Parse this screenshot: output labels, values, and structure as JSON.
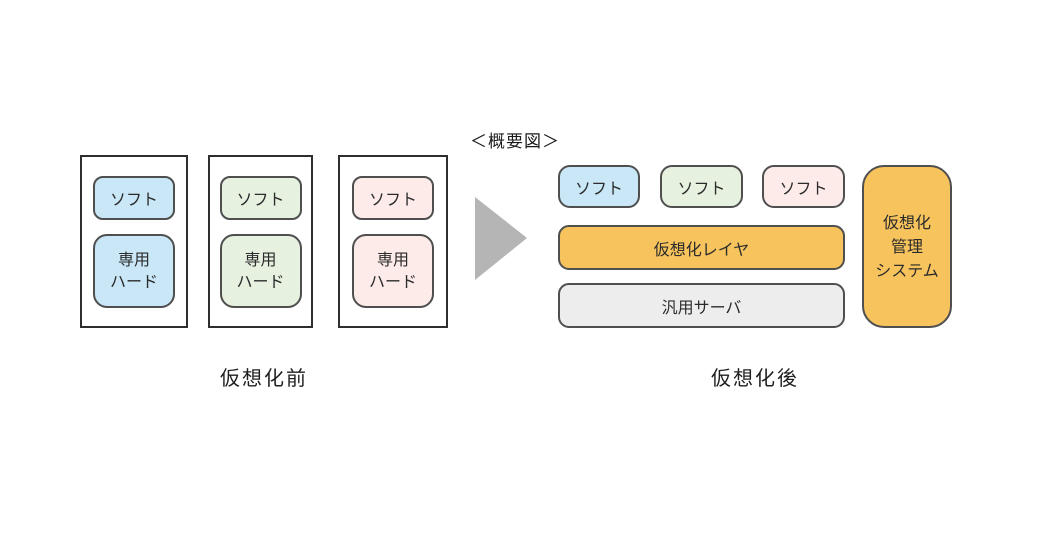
{
  "diagram": {
    "title": "＜概要図＞",
    "before": {
      "label": "仮想化前",
      "servers": [
        {
          "soft": "ソフト",
          "hard": "専用\nハード"
        },
        {
          "soft": "ソフト",
          "hard": "専用\nハード"
        },
        {
          "soft": "ソフト",
          "hard": "専用\nハード"
        }
      ]
    },
    "after": {
      "label": "仮想化後",
      "soft_boxes": [
        "ソフト",
        "ソフト",
        "ソフト"
      ],
      "virtualization_layer": "仮想化レイヤ",
      "generic_server": "汎用サーバ",
      "management_system": "仮想化\n管理\nシステム"
    },
    "colors": {
      "soft_blue": "#c9e7f6",
      "soft_green": "#e6f1df",
      "soft_pink": "#fcebe9",
      "orange": "#f6c35c",
      "server_gray": "#ededed",
      "arrow_gray": "#b5b5b5",
      "box_border": "#4f4f4f"
    }
  }
}
